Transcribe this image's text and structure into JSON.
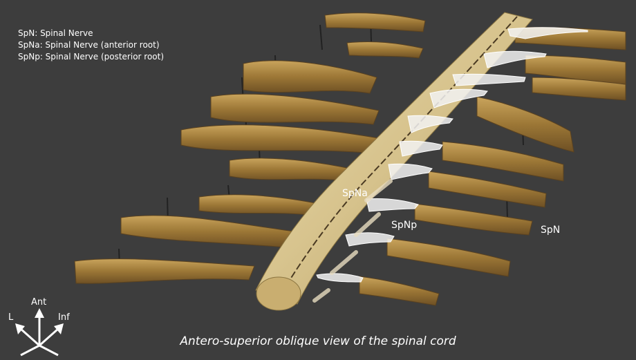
{
  "legend": [
    "SpN: Spinal Nerve",
    "SpNa: Spinal Nerve (anterior root)",
    "SpNp: Spinal Nerve (posterior root)"
  ],
  "labels": {
    "spna": "SpNa",
    "spnp": "SpNp",
    "spn": "SpN"
  },
  "orientation": {
    "ant": "Ant",
    "l": "L",
    "inf": "Inf"
  },
  "caption": "Antero-superior oblique view of the spinal cord",
  "colors": {
    "background": "#3d3d3d",
    "cord": "#d8c590",
    "nerve": "#b08a42",
    "highlight": "#f2f2f2"
  }
}
